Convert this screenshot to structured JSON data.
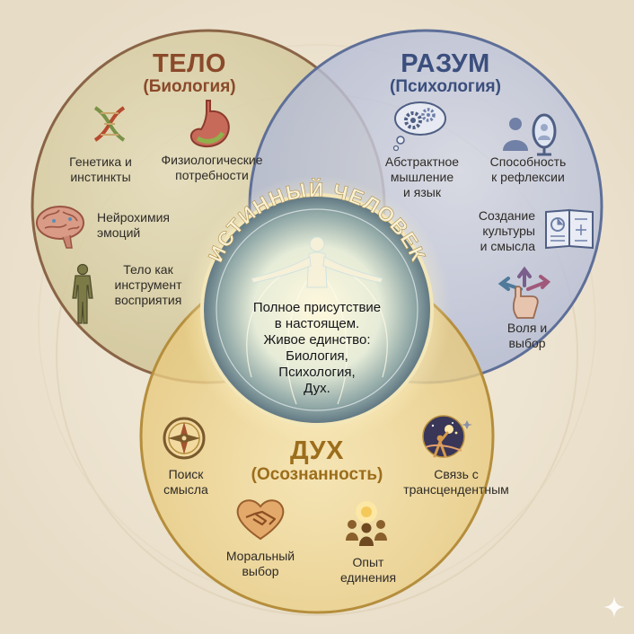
{
  "center": {
    "title": "ИСТИННЫЙ ЧЕЛОВЕК",
    "lines": [
      "Полное присутствие",
      "в настоящем.",
      "Живое единство:",
      "Биология,",
      "Психология,",
      "Дух."
    ]
  },
  "body_circle": {
    "title": "ТЕЛО",
    "subtitle": "(Биология)",
    "items": [
      {
        "label_lines": [
          "Генетика и",
          "инстинкты"
        ],
        "icon": "dna-icon"
      },
      {
        "label_lines": [
          "Физиологические",
          "потребности"
        ],
        "icon": "stomach-icon"
      },
      {
        "label_lines": [
          "Нейрохимия",
          "эмоций"
        ],
        "icon": "brain-icon"
      },
      {
        "label_lines": [
          "Тело как",
          "инструмент",
          "восприятия"
        ],
        "icon": "human-body-icon"
      }
    ]
  },
  "mind_circle": {
    "title": "РАЗУМ",
    "subtitle": "(Психология)",
    "items": [
      {
        "label_lines": [
          "Абстрактное",
          "мышление",
          "и язык"
        ],
        "icon": "gears-thought-icon"
      },
      {
        "label_lines": [
          "Способность",
          "к рефлексии"
        ],
        "icon": "mirror-reflection-icon"
      },
      {
        "label_lines": [
          "Создание",
          "культуры",
          "и смысла"
        ],
        "icon": "open-book-icon"
      },
      {
        "label_lines": [
          "Воля и",
          "выбор"
        ],
        "icon": "choice-arrows-icon"
      }
    ]
  },
  "spirit_circle": {
    "title": "ДУХ",
    "subtitle": "(Осознанность)",
    "items": [
      {
        "label_lines": [
          "Поиск",
          "смысла"
        ],
        "icon": "compass-icon"
      },
      {
        "label_lines": [
          "Связь с",
          "трансцендентным"
        ],
        "icon": "cosmos-figure-icon"
      },
      {
        "label_lines": [
          "Моральный",
          "выбор"
        ],
        "icon": "handshake-heart-icon"
      },
      {
        "label_lines": [
          "Опыт",
          "единения"
        ],
        "icon": "community-light-icon"
      }
    ]
  },
  "colors": {
    "background": "#efe7d6",
    "body_fill": "#d9cfa6",
    "body_stroke": "#8a6446",
    "body_title": "#8a4a2a",
    "mind_fill": "#bcc3d9",
    "mind_stroke": "#5e6f98",
    "mind_title": "#3b4f7e",
    "spirit_fill": "#ecd189",
    "spirit_stroke": "#b58e3c",
    "spirit_title": "#9c6d1c",
    "center_glow": "#fff2c0"
  }
}
